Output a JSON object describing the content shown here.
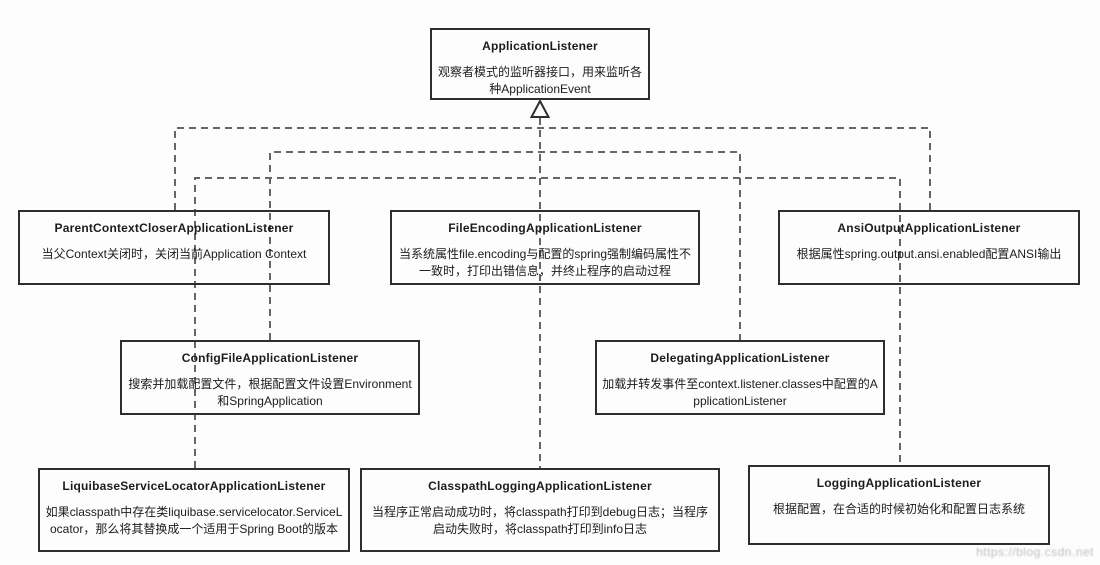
{
  "diagram_type": "uml-class-hierarchy",
  "colors": {
    "background": "#fdfdfd",
    "box_border": "#2e2e2e",
    "connector_line": "#666666",
    "text": "#1c1c1c",
    "watermark": "#8c8c8c"
  },
  "arrow": {
    "icon": "hollow-triangle-up-icon",
    "meaning": "generalization / implements ApplicationListener"
  },
  "nodes": [
    {
      "id": "application-listener",
      "title": "ApplicationListener",
      "desc": "观察者模式的监听器接口，用来监听各种ApplicationEvent"
    },
    {
      "id": "parent-context-closer-application-listener",
      "title": "ParentContextCloserApplicationListener",
      "desc": "当父Context关闭时，关闭当前Application Context"
    },
    {
      "id": "file-encoding-application-listener",
      "title": "FileEncodingApplicationListener",
      "desc": "当系统属性file.encoding与配置的spring强制编码属性不一致时，打印出错信息，并终止程序的启动过程"
    },
    {
      "id": "ansi-output-application-listener",
      "title": "AnsiOutputApplicationListener",
      "desc": "根据属性spring.output.ansi.enabled配置ANSI输出"
    },
    {
      "id": "config-file-application-listener",
      "title": "ConfigFileApplicationListener",
      "desc": "搜索并加载配置文件，根据配置文件设置Environment和SpringApplication"
    },
    {
      "id": "delegating-application-listener",
      "title": "DelegatingApplicationListener",
      "desc": "加载并转发事件至context.listener.classes中配置的ApplicationListener"
    },
    {
      "id": "liquibase-service-locator-application-listener",
      "title": "LiquibaseServiceLocatorApplicationListener",
      "desc": "如果classpath中存在类liquibase.servicelocator.ServiceLocator，那么将其替换成一个适用于Spring Boot的版本"
    },
    {
      "id": "classpath-logging-application-listener",
      "title": "ClasspathLoggingApplicationListener",
      "desc": "当程序正常启动成功时，将classpath打印到debug日志；当程序启动失败时，将classpath打印到info日志"
    },
    {
      "id": "logging-application-listener",
      "title": "LoggingApplicationListener",
      "desc": "根据配置，在合适的时候初始化和配置日志系统"
    }
  ],
  "watermark": "https://blog.csdn.net"
}
